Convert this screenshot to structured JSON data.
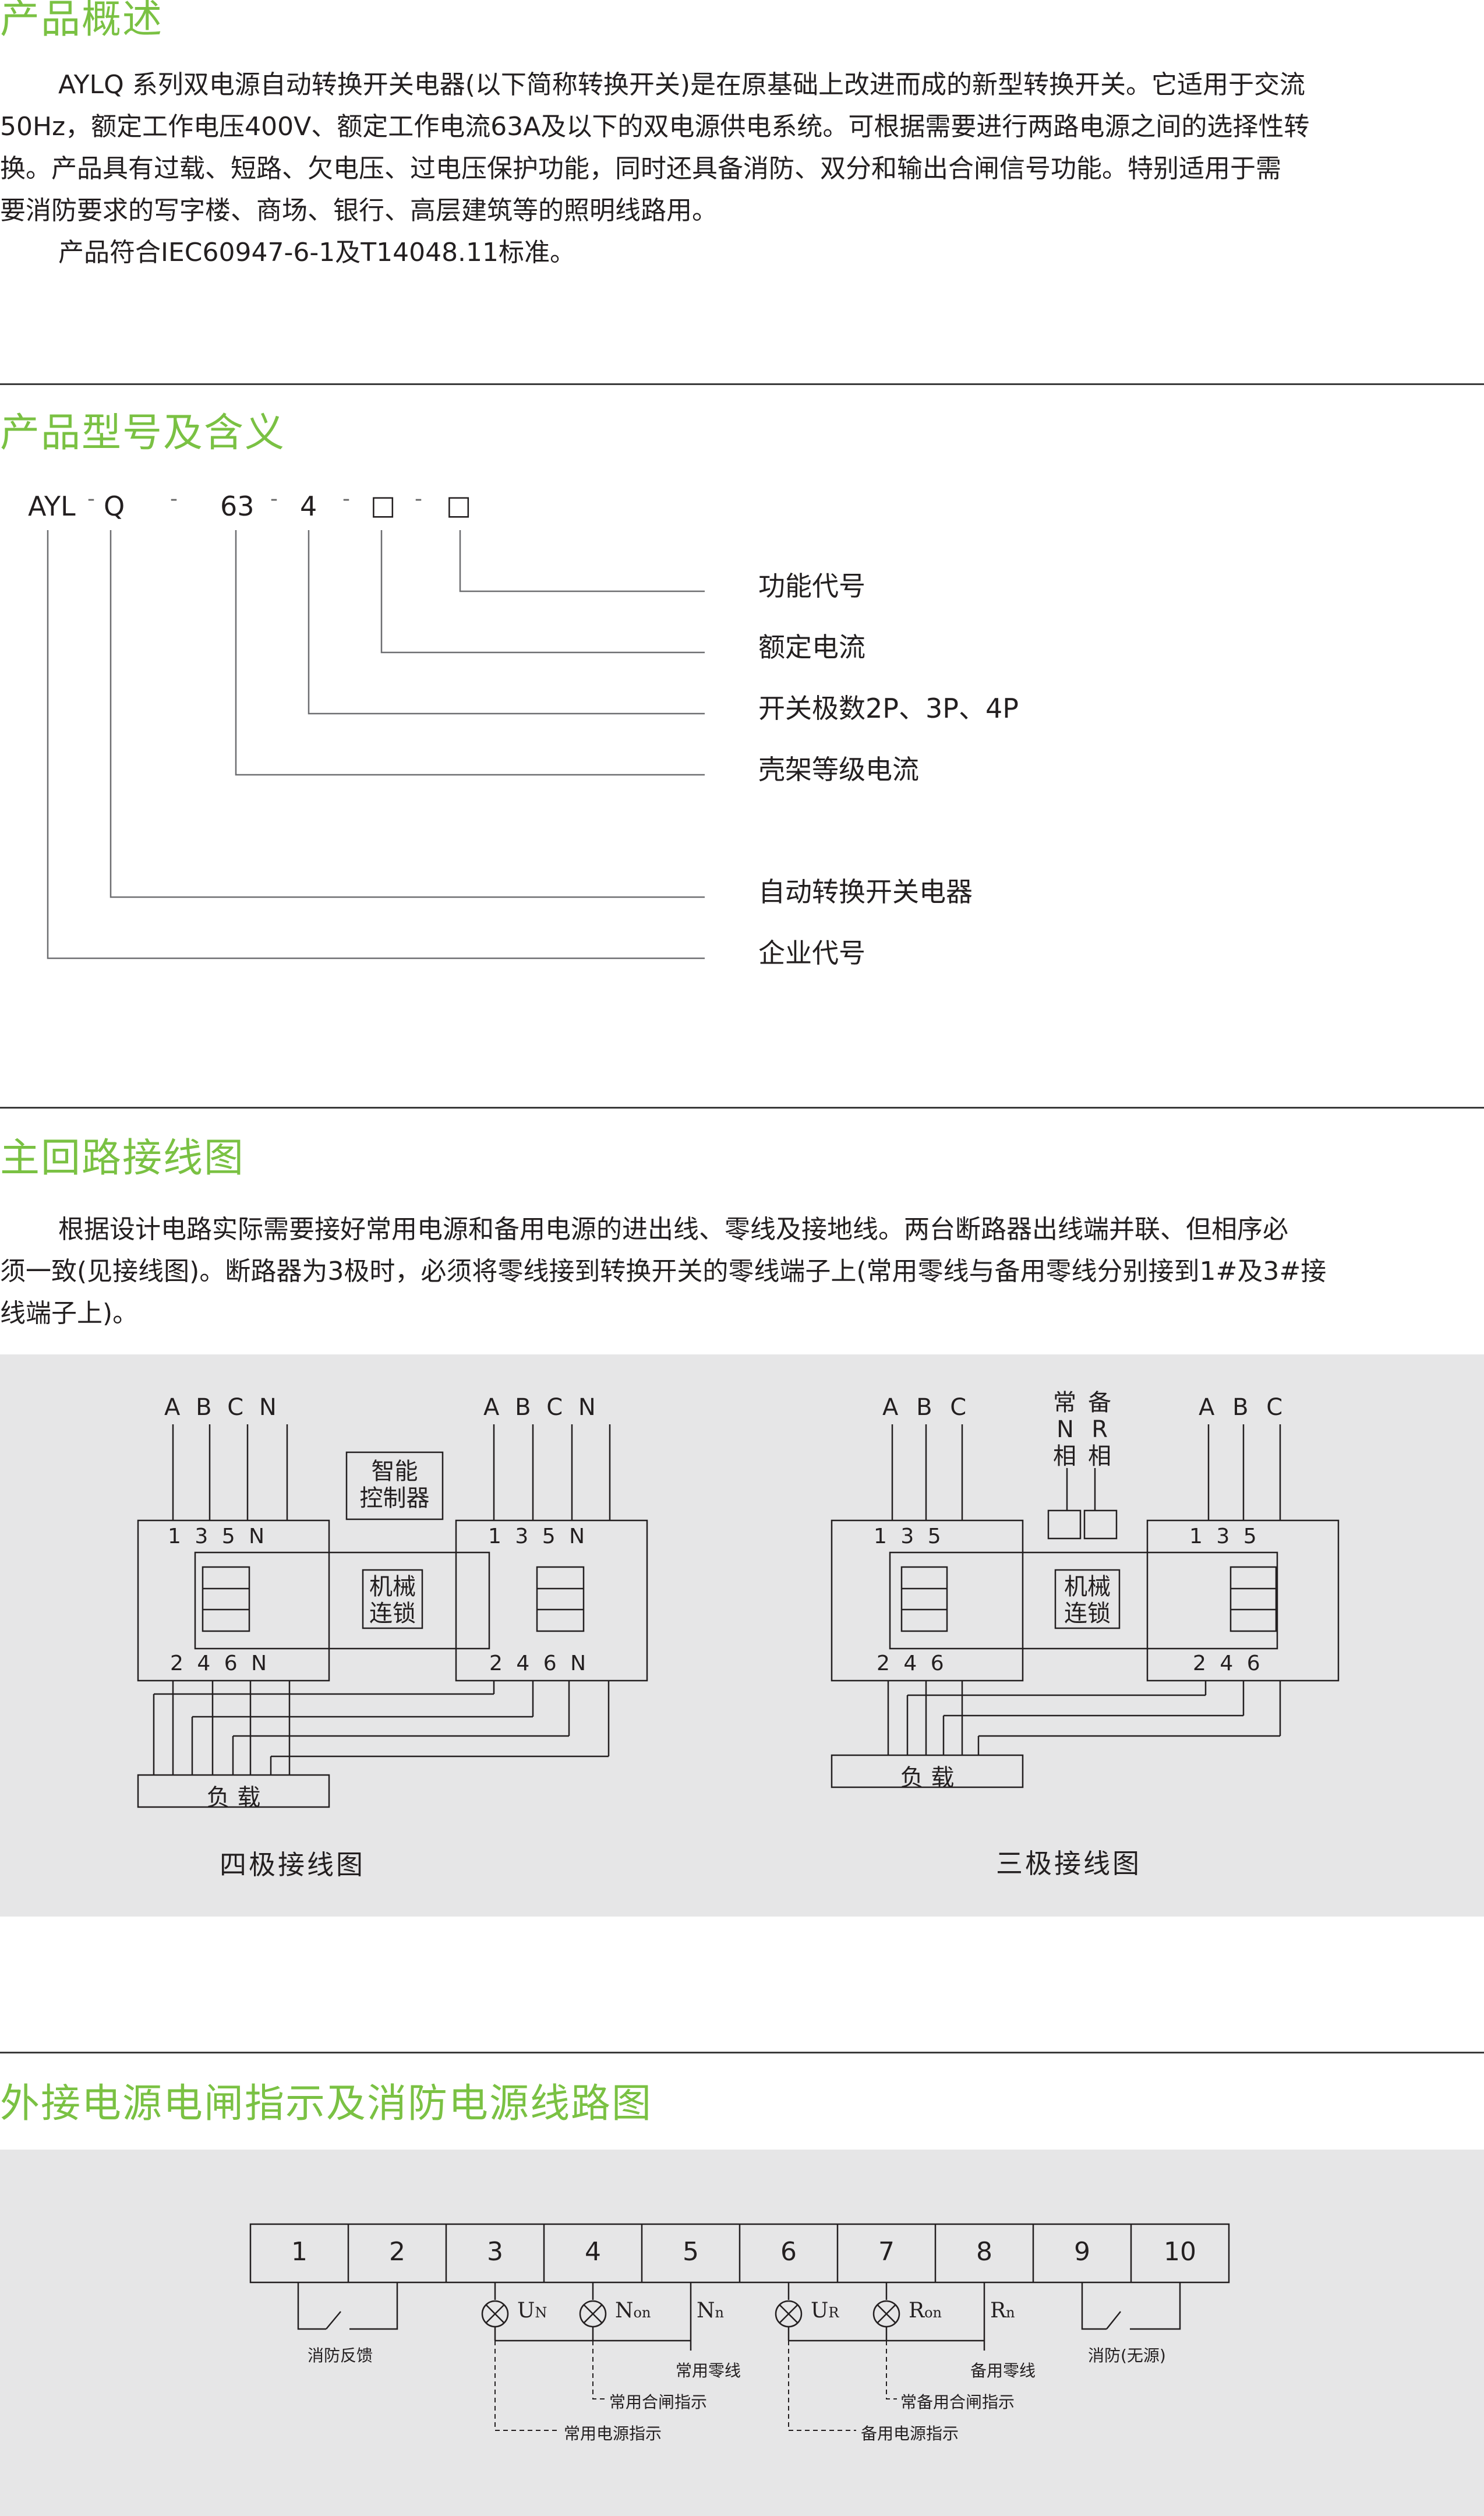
{
  "colors": {
    "heading": "#7ac143",
    "panel": "#e6e6e7",
    "line": "#231f20"
  },
  "overview": {
    "title": "产品概述",
    "lines": [
      "AYLQ 系列双电源自动转换开关电器(以下简称转换开关)是在原基础上改进而成的新型转换开关。它适用于交流",
      "50Hz，额定工作电压400V、额定工作电流63A及以下的双电源供电系统。可根据需要进行两路电源之间的选择性转",
      "换。产品具有过载、短路、欠电压、过电压保护功能，同时还具备消防、双分和输出合闸信号功能。特别适用于需",
      "要消防要求的写字楼、商场、银行、高层建筑等的照明线路用。"
    ],
    "standard": "产品符合IEC60947-6-1及T14048.11标准。"
  },
  "model": {
    "title": "产品型号及含义",
    "code": [
      "AYL",
      "Q",
      "63",
      "4",
      "□",
      "□"
    ],
    "dash": "-",
    "meanings": [
      "功能代号",
      "额定电流",
      "开关极数2P、3P、4P",
      "壳架等级电流",
      "自动转换开关电器",
      "企业代号"
    ]
  },
  "wiring": {
    "title": "主回路接线图",
    "lines": [
      "根据设计电路实际需要接好常用电源和备用电源的进出线、零线及接地线。两台断路器出线端并联、但相序必",
      "须一致(见接线图)。断路器为3极时，必须将零线接到转换开关的零线端子上(常用零线与备用零线分别接到1#及3#接",
      "线端子上)。"
    ],
    "four": {
      "phases": [
        "A",
        "B",
        "C",
        "N"
      ],
      "top_terms": [
        "1",
        "3",
        "5",
        "N"
      ],
      "bottom_terms": [
        "2",
        "4",
        "6",
        "N"
      ],
      "controller": [
        "智能",
        "控制器"
      ],
      "interlock": [
        "机械",
        "连锁"
      ],
      "load": "负 载",
      "caption": "四极接线图"
    },
    "three": {
      "phases": [
        "A",
        "B",
        "C"
      ],
      "top_terms": [
        "1",
        "3",
        "5"
      ],
      "bottom_terms": [
        "2",
        "4",
        "6"
      ],
      "neutral_labels": [
        "常",
        "备",
        "N",
        "R",
        "相",
        "相"
      ],
      "interlock": [
        "机械",
        "连锁"
      ],
      "load": "负 载",
      "caption": "三极接线图"
    }
  },
  "external": {
    "title": "外接电源电闸指示及消防电源线路图",
    "terminals": [
      "1",
      "2",
      "3",
      "4",
      "5",
      "6",
      "7",
      "8",
      "9",
      "10"
    ],
    "signals": [
      "U",
      "N",
      "N",
      "on",
      "N",
      "n",
      "U",
      "R",
      "R",
      "on",
      "R",
      "n"
    ],
    "labels": [
      "消防反馈",
      "常用零线",
      "常用合闸指示",
      "常用电源指示",
      "备用零线",
      "常备用合闸指示",
      "备用电源指示",
      "消防(无源)"
    ]
  }
}
